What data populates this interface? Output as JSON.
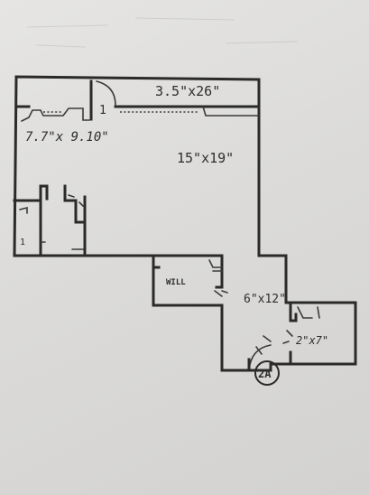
{
  "labels": {
    "room_closet_wide": "3.5\"x26\"",
    "room_small": "7.7\"x 9.10\"",
    "room_main": "15\"x19\"",
    "room_will": "WILL",
    "room_hall": "6\"x12\"",
    "room_tiny": "2\"x7\"",
    "unit_marker": "2A",
    "door_tag_1": "1",
    "door_tag_2": "1"
  },
  "colors": {
    "paper": "#dedcda",
    "ink": "#2a2a2a"
  }
}
